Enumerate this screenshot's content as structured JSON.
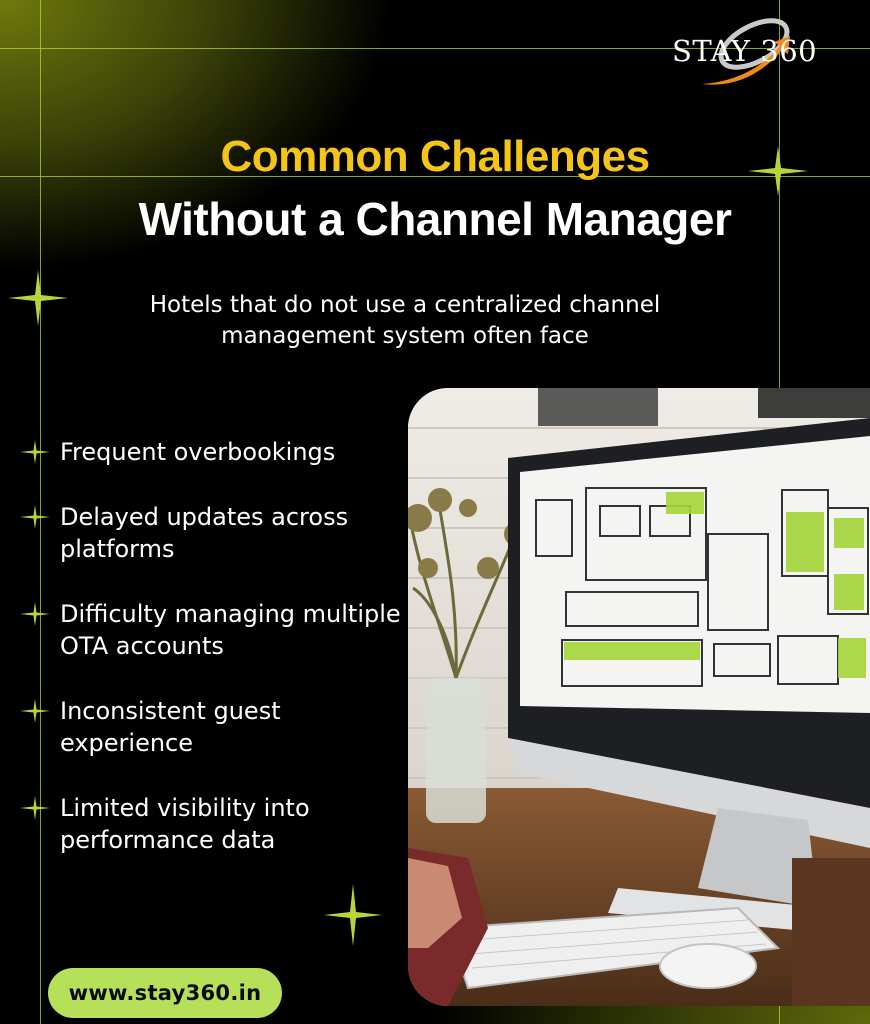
{
  "brand": {
    "logo_text": "STAY 360"
  },
  "heading": {
    "line1": "Common Challenges",
    "line2": "Without a Channel Manager"
  },
  "intro": "Hotels that do not use a centralized channel management system often face",
  "challenges": [
    "Frequent overbookings",
    "Delayed updates across platforms",
    "Difficulty managing multiple OTA accounts",
    "Inconsistent guest experience",
    "Limited visibility into performance data"
  ],
  "footer": {
    "url": "www.stay360.in"
  },
  "colors": {
    "title_accent": "#f4c418",
    "gridline": "#b9d43a",
    "url_pill": "#b6e05a",
    "bullet": "#b7d53a"
  },
  "icons": [
    "star-bullet-icon",
    "sparkle-icon",
    "logo-swoosh-icon"
  ]
}
